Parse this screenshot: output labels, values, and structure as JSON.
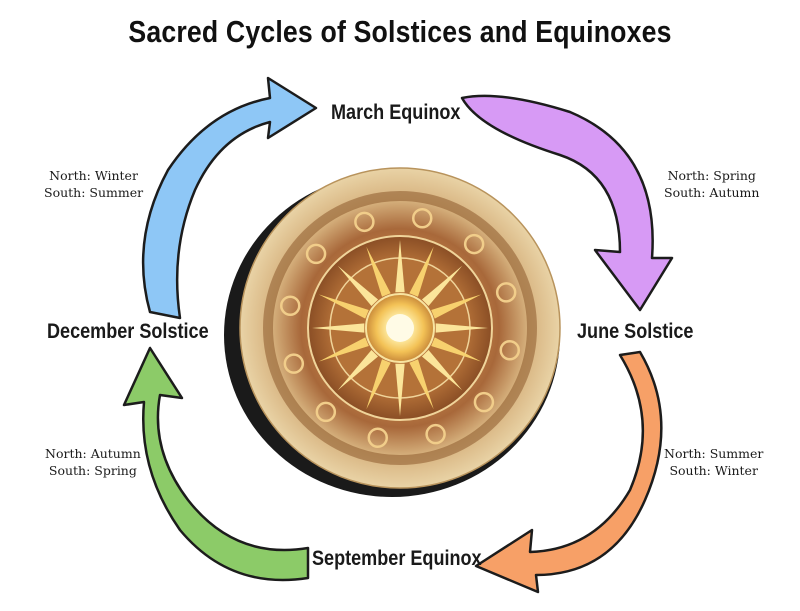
{
  "title": "Sacred Cycles of Solstices and Equinoxes",
  "events": {
    "march": "March Equinox",
    "june": "June Solstice",
    "september": "September Equinox",
    "december": "December Solstice"
  },
  "seasons": {
    "march_to_june": {
      "north": "North: Spring",
      "south": "South: Autumn"
    },
    "june_to_september": {
      "north": "North: Summer",
      "south": "South: Winter"
    },
    "september_to_december": {
      "north": "North: Autumn",
      "south": "South: Spring"
    },
    "december_to_march": {
      "north": "North: Winter",
      "south": "South: Summer"
    }
  },
  "colors": {
    "arrow_purple": "#d79af5",
    "arrow_orange": "#f7a067",
    "arrow_green": "#8ccb68",
    "arrow_blue": "#8ec7f6",
    "sun_core": "#fff6c8",
    "sun_ring": "#a96a2d",
    "disc_outer": "#c89a5c"
  }
}
